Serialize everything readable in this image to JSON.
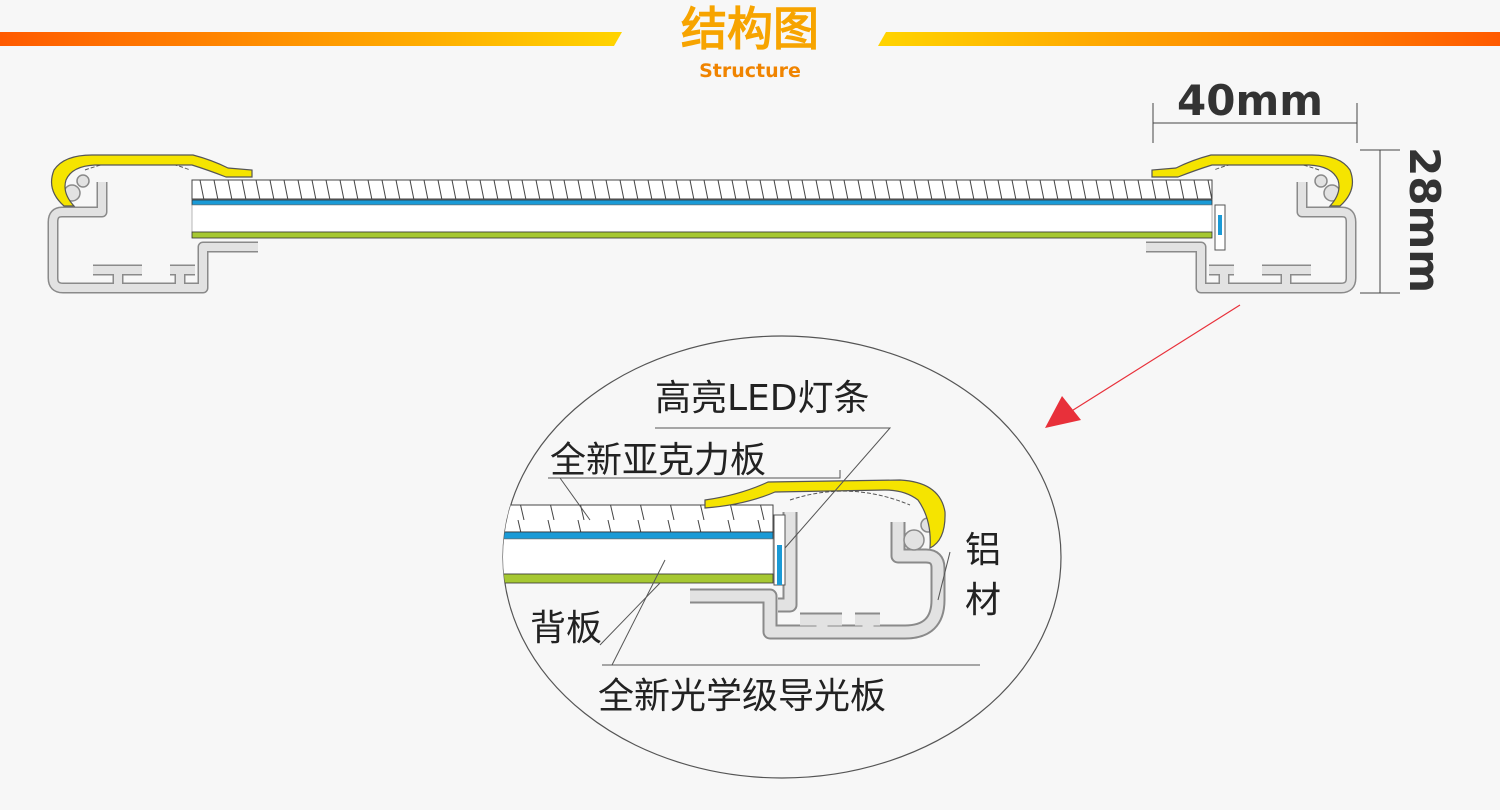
{
  "header": {
    "title": "结构图",
    "subtitle": "Structure",
    "colors": {
      "stripe_outer": "#ff5a00",
      "stripe_inner": "#ffd400",
      "title": "#f7a400",
      "subtitle": "#f08400"
    }
  },
  "dimensions": {
    "width_label": "40mm",
    "height_label": "28mm"
  },
  "detail": {
    "labels": {
      "led_strip": "高亮LED灯条",
      "acrylic": "全新亚克力板",
      "aluminum_1": "铝",
      "aluminum_2": "材",
      "back_board": "背板",
      "light_guide": "全新光学级导光板"
    }
  },
  "colors": {
    "profile_fill": "#e2e2e2",
    "profile_stroke": "#8a8a8a",
    "cover": "#f5e400",
    "blue_layer": "#1a9ad6",
    "green_layer": "#a6c832",
    "arrow": "#e8303a"
  }
}
